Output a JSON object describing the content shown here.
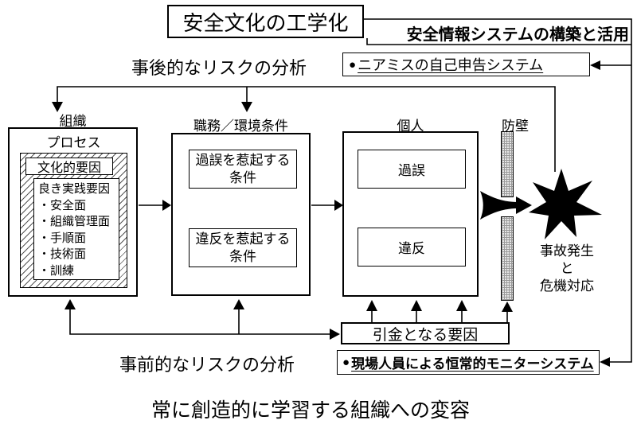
{
  "header": {
    "main_title": "安全文化の工学化",
    "info_system_title": "安全情報システムの構築と活用",
    "posthoc_analysis": "事後的なリスクの分析",
    "nearmiss": {
      "bullet": "●",
      "label": "ニアミスの自己申告システム"
    }
  },
  "organization": {
    "label": "組織",
    "process_label": "プロセス",
    "cultural_label": "文化的要因",
    "practice_title": "良き実践要因",
    "practice_items": [
      "・安全面",
      "・組織管理面",
      "・手順面",
      "・技術面",
      "・訓練"
    ]
  },
  "job_env": {
    "label": "職務／環境条件",
    "error_cond_line1": "過誤を惹起する",
    "error_cond_line2": "条件",
    "violation_cond_line1": "違反を惹起する",
    "violation_cond_line2": "条件"
  },
  "individual": {
    "label": "個人",
    "error": "過誤",
    "violation": "違反"
  },
  "barrier": {
    "label": "防壁"
  },
  "accident": {
    "line1": "事故発生",
    "line2": "と",
    "line3": "危機対応"
  },
  "bottom": {
    "trigger_label": "引金となる要因",
    "prehoc_analysis": "事前的なリスクの分析",
    "monitor": {
      "bullet": "●",
      "label": "現場人員による恒常的モニターシステム"
    },
    "closing_title": "常に創造的に学習する組織への変容"
  },
  "colors": {
    "ink": "#000000",
    "background": "#ffffff"
  }
}
